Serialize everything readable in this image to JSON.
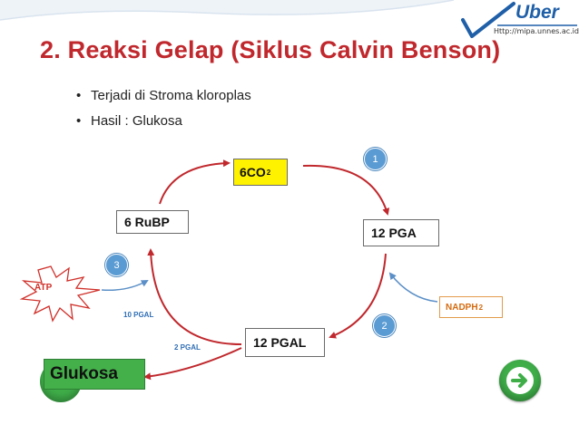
{
  "slide": {
    "title": "2. Reaksi Gelap (Siklus Calvin Benson)",
    "bullets": [
      "Terjadi di Stroma kloroplas",
      "Hasil : Glukosa"
    ],
    "bullet_marker": "•"
  },
  "logo": {
    "word": "Uber",
    "url": "Http://mipa.unnes.ac.id",
    "icon": "checkmark-icon"
  },
  "diagram": {
    "nodes": {
      "co2": {
        "main": "6CO",
        "sub": "2"
      },
      "pga": "12 PGA",
      "pgal": "12 PGAL",
      "rubp": "6 RuBP",
      "nadph": {
        "main": "NADPH",
        "sub": "2"
      },
      "atp": "ATP",
      "glukosa": "Glukosa"
    },
    "steps": [
      "1",
      "2",
      "3"
    ],
    "labels": {
      "ten_pgal": "10 PGAL",
      "two_pgal": "2 PGAL"
    },
    "colors": {
      "cycle_arrow": "#c0282d",
      "input_arrow": "#5b8fc7",
      "co2_fill": "#fff200",
      "atp_stroke": "#d0302a",
      "nadph_text": "#d46b10",
      "glukosa_fill": "#44b04a",
      "badge": "#5a9bd3",
      "title": "#c0282d"
    }
  },
  "navigation": {
    "next_icon": "arrow-right-icon",
    "prev_icon": "arrow-left-icon"
  }
}
